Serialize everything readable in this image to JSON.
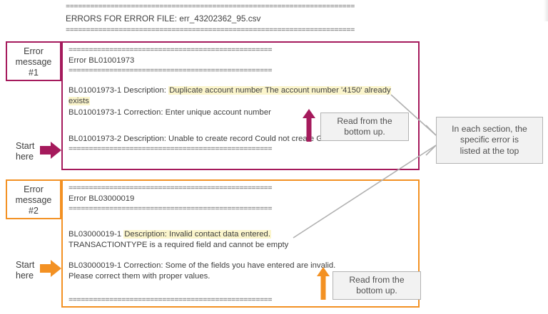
{
  "header": {
    "separator": "=======================================================================",
    "title": "ERRORS FOR ERROR FILE: err_43202362_95.csv"
  },
  "colors": {
    "error1_border": "#a51a5c",
    "error2_border": "#f39123",
    "highlight": "#fbf5cc",
    "callout_bg": "#f2f2f2",
    "callout_border": "#b3b3b3",
    "connector": "#b0b0b0",
    "text": "#3f3f3f"
  },
  "error_messages": [
    {
      "label": "Error\nmessage\n#1",
      "label_line1": "Error",
      "label_line2": "message",
      "label_line3": "#1",
      "start_here_line1": "Start",
      "start_here_line2": "here",
      "separator": "==================================================",
      "error_title": "Error BL01001973",
      "lines": [
        {
          "prefix": "BL01001973-1 Description:  ",
          "highlight": "Duplicate account number The account number '4150' already exists",
          "suffix": ""
        },
        {
          "prefix": "BL01001973-1 Correction:  Enter unique account number",
          "highlight": "",
          "suffix": ""
        },
        {
          "prefix": "BL01001973-2 Description:  Unable to create record Could not create GL Account record!",
          "highlight": "",
          "suffix": ""
        }
      ]
    },
    {
      "label_line1": "Error",
      "label_line2": "message",
      "label_line3": "#2",
      "start_here_line1": "Start",
      "start_here_line2": "here",
      "separator": "==================================================",
      "error_title": "Error BL03000019",
      "lines": [
        {
          "prefix": "BL03000019-1 ",
          "highlight": "Description:  Invalid contact data entered.",
          "suffix": ""
        },
        {
          "prefix": "TRANSACTIONTYPE is a required field and cannot be empty",
          "highlight": "",
          "suffix": ""
        },
        {
          "prefix": "BL03000019-1 Correction:   Some of the fields you have entered are invalid. Please correct them with proper values.",
          "highlight": "",
          "suffix": ""
        }
      ]
    }
  ],
  "callouts": {
    "read_bottom_up_1_line1": "Read from the",
    "read_bottom_up_1_line2": "bottom up.",
    "read_bottom_up_2_line1": "Read from the",
    "read_bottom_up_2_line2": "bottom up.",
    "section_note_line1": "In each section, the",
    "section_note_line2": "specific error is",
    "section_note_line3": "listed at the top"
  }
}
